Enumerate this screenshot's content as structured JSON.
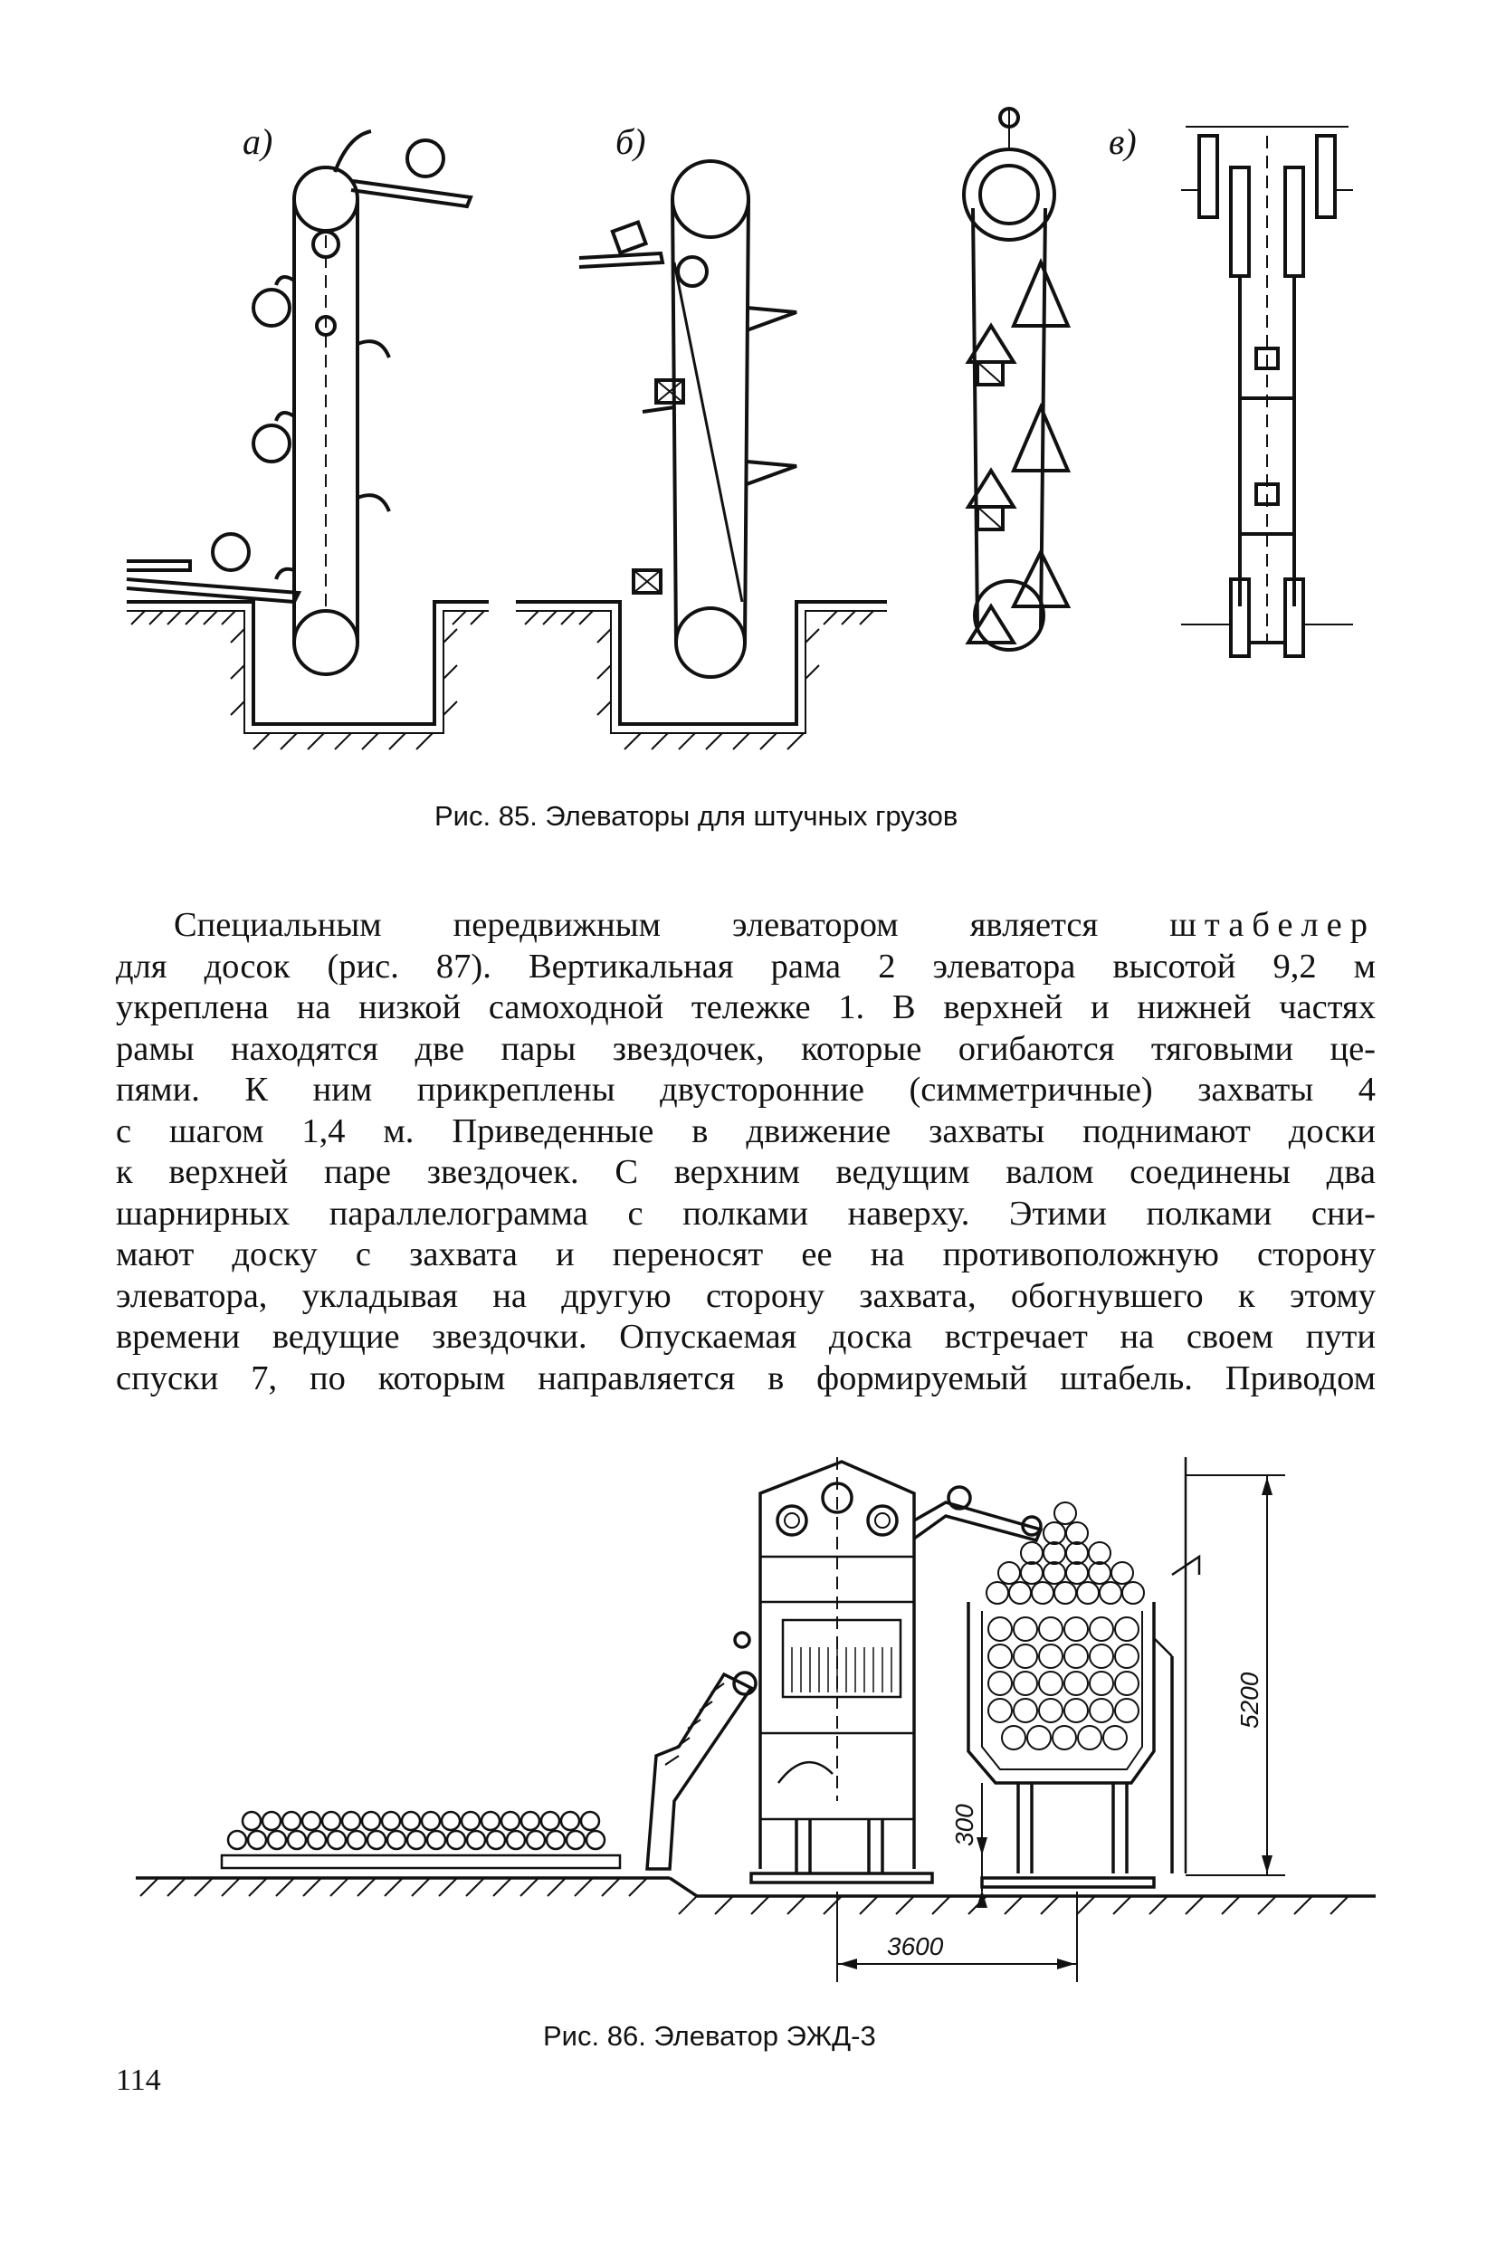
{
  "figure85": {
    "label_a": "а)",
    "label_b": "б)",
    "label_v": "в)",
    "caption": "Рис. 85. Элеваторы для штучных грузов"
  },
  "paragraph": {
    "lines": [
      {
        "pre": "Специальным передвижным элеватором является ",
        "spaced": "штабелер",
        "post": ""
      },
      {
        "text": "для досок (рис. 87). Вертикальная рама 2 элеватора высотой 9,2 м"
      },
      {
        "text": "укреплена на низкой самоходной тележке 1. В верхней и нижней частях"
      },
      {
        "text": "рамы находятся две пары звездочек, которые огибаются тяговыми це-"
      },
      {
        "text": "пями. К ним прикреплены двусторонние (симметричные) захваты 4"
      },
      {
        "text": "с шагом 1,4 м. Приведенные в движение захваты поднимают доски"
      },
      {
        "text": "к верхней паре звездочек. С верхним ведущим валом соединены два"
      },
      {
        "text": "шарнирных параллелограмма с полками наверху. Этими полками сни-"
      },
      {
        "text": "мают доску с захвата и переносят ее на противоположную сторону"
      },
      {
        "text": "элеватора, укладывая на другую сторону захвата, обогнувшего к этому"
      },
      {
        "text": "времени ведущие звездочки. Опускаемая доска встречает на своем пути"
      },
      {
        "text": "спуски 7, по которым направляется в формируемый штабель. Приводом"
      }
    ]
  },
  "figure86": {
    "dim_5200": "5200",
    "dim_300": "300",
    "dim_3600": "3600",
    "caption": "Рис. 86. Элеватор ЭЖД-3"
  },
  "page_number": "114"
}
